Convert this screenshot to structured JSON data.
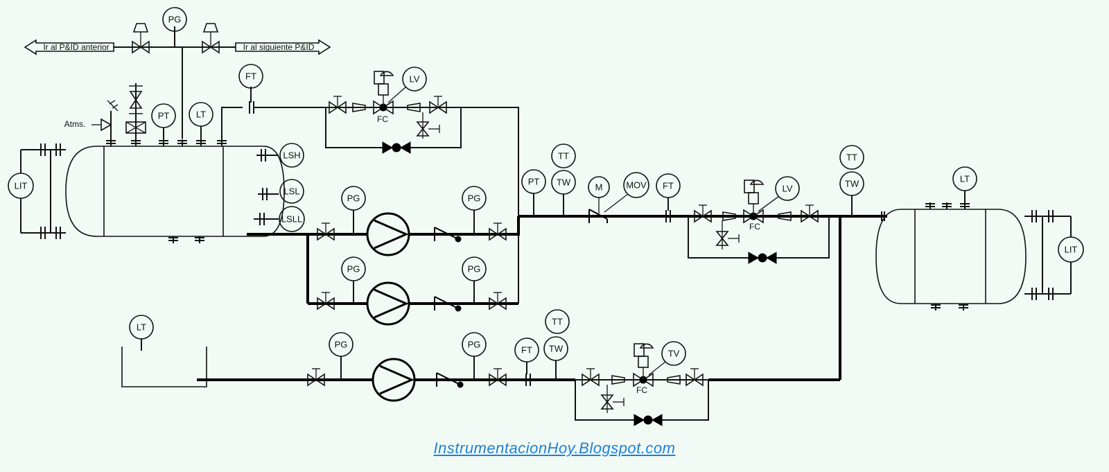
{
  "offpage": {
    "previous": "Ir al P&ID anterior",
    "next": "Ir al siguiente P&ID"
  },
  "labels": {
    "atmosphere": "Atms.",
    "fail_closed": "FC"
  },
  "instruments": {
    "pg_header": "PG",
    "pt_tank": "PT",
    "lt_tank": "LT",
    "ft_top": "FT",
    "lv_top": "LV",
    "lit_left": "LIT",
    "lsh": "LSH",
    "lsl": "LSL",
    "lsll": "LSLL",
    "pg_p1_suction": "PG",
    "pg_p1_discharge": "PG",
    "pg_p2_suction": "PG",
    "pg_p2_discharge": "PG",
    "pt_mid": "PT",
    "tt_mid": "TT",
    "tw_mid": "TW",
    "m_mov": "M",
    "mov": "MOV",
    "ft_mid": "FT",
    "lv_mid": "LV",
    "tt_right": "TT",
    "tw_right": "TW",
    "lt_right_tank": "LT",
    "lit_right": "LIT",
    "lt_sump": "LT",
    "pg_p3_suction": "PG",
    "pg_p3_discharge": "PG",
    "ft_bottom": "FT",
    "tt_bottom": "TT",
    "tw_bottom": "TW",
    "tv_bottom": "TV"
  },
  "footer": {
    "watermark": "InstrumentacionHoy.Blogspot.com"
  }
}
